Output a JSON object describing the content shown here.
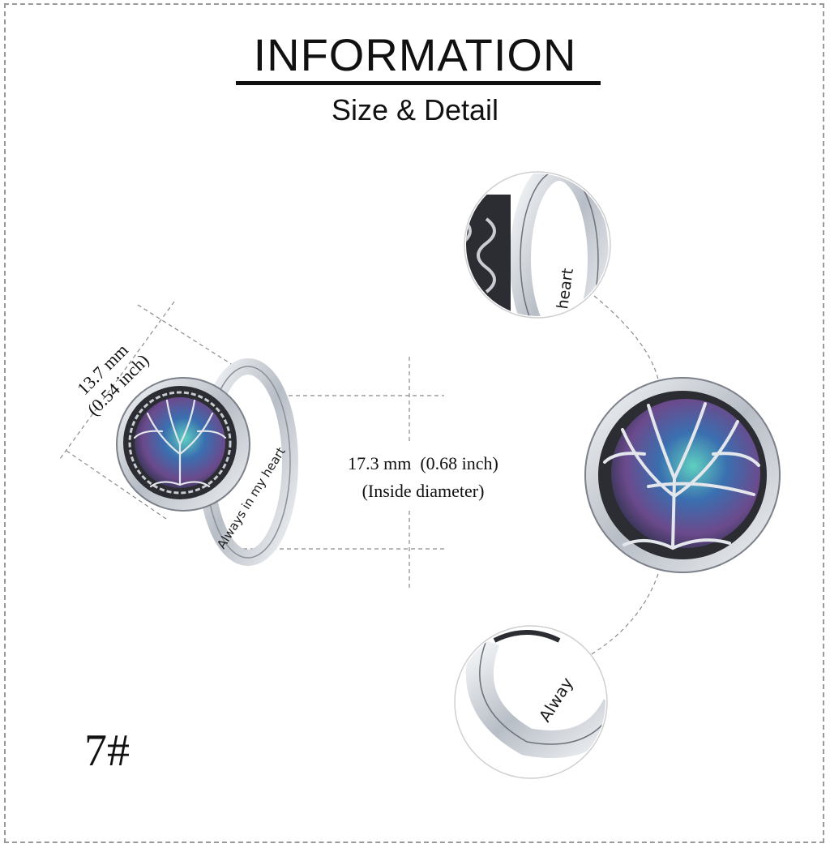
{
  "header": {
    "title": "INFORMATION",
    "subtitle": "Size & Detail"
  },
  "dimensions": {
    "width_mm": "13.7 mm",
    "width_inch": "(0.54 inch)",
    "diameter": "17.3 mm  (0.68 inch)",
    "diameter_note": "(Inside diameter)"
  },
  "engraving": {
    "main": "Always in my heart",
    "detail_top": "heart",
    "detail_bottom": "Alway"
  },
  "ring_size": "7#",
  "colors": {
    "frame": "#9a9a9a",
    "silver": "#d9dde2",
    "oxidized": "#2b2d33",
    "abalone_blue": "#3a6fb0",
    "abalone_teal": "#4fb3a9",
    "abalone_purple": "#6b4a8c"
  }
}
